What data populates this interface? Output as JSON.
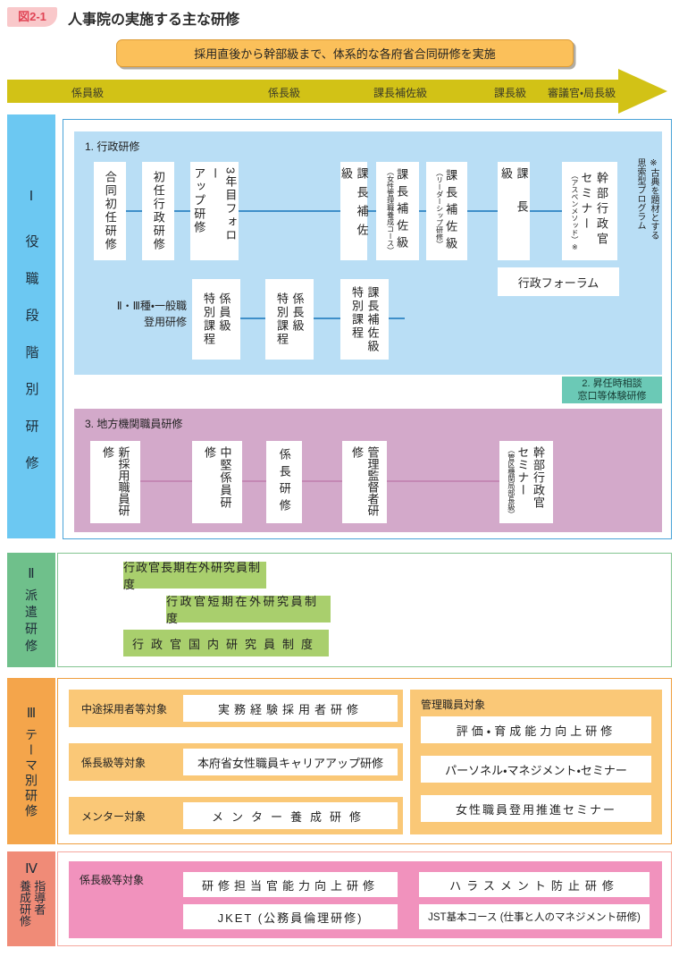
{
  "header": {
    "badge": "図2-1",
    "title": "人事院の実施する主な研修"
  },
  "banner": {
    "text": "採用直後から幹部級まで、体系的な各府省合同研修を実施"
  },
  "arrow": {
    "levels": [
      "係員級",
      "係長級",
      "課長補佐級",
      "課長級",
      "審議官・局長級"
    ]
  },
  "sections": {
    "one": {
      "numeral": "Ⅰ",
      "label": "役職段階別研修",
      "admin": {
        "title": "1. 行政研修",
        "row1": [
          {
            "main": "合同初任研修"
          },
          {
            "main": "初任行政研修"
          },
          {
            "main": "3年目フォロー\nアップ研修"
          },
          {
            "main": "課長補佐級"
          },
          {
            "main": "課長補佐級",
            "sub": "（女性管理職養成コース）"
          },
          {
            "main": "課長補佐級",
            "sub": "（リーダーシップ研修）"
          },
          {
            "main": "課長級"
          },
          {
            "main": "幹部行政官\nセミナー",
            "sub": "（アスペンメソッド）※"
          }
        ],
        "note": "※古典を題材とする\n思索型プログラム",
        "forum": "行政フォーラム",
        "row2_label": "Ⅱ・Ⅲ種・一般職\n登用研修",
        "row2": [
          "係員級\n特別課程",
          "係長級\n特別課程",
          "課長補佐級\n特別課程"
        ]
      },
      "promotion": "2. 昇任時相談\n窓口等体験研修",
      "regional": {
        "title": "3. 地方機関職員研修",
        "boxes": [
          {
            "main": "新採用職員研修"
          },
          {
            "main": "中堅係員研修"
          },
          {
            "main": "係長研修"
          },
          {
            "main": "管理監督者研修"
          },
          {
            "main": "幹部行政官\nセミナー",
            "sub": "（管区機関局部長級）"
          }
        ]
      }
    },
    "two": {
      "numeral": "Ⅱ",
      "label": "派遣研修",
      "items": [
        "行政官長期在外研究員制度",
        "行政官短期在外研究員制度",
        "行政官国内研究員制度"
      ]
    },
    "three": {
      "numeral": "Ⅲ",
      "label": "テーマ別研修",
      "groups": [
        {
          "target": "中途採用者等対象",
          "course": "実務経験採用者研修"
        },
        {
          "target": "係長級等対象",
          "course": "本府省女性職員キャリアアップ研修"
        },
        {
          "target": "メンター対象",
          "course": "メンター養成研修"
        }
      ],
      "manager": {
        "target": "管理職員対象",
        "courses": [
          "評価・育成能力向上研修",
          "パーソネル・マネジメント・セミナー",
          "女性職員登用推進セミナー"
        ]
      }
    },
    "four": {
      "numeral": "Ⅳ",
      "label": "指導者\n養成研修",
      "target": "係長級等対象",
      "courses": [
        "研修担当官能力向上研修",
        "JKET (公務員倫理研修)",
        "ハラスメント防止研修",
        "JST基本コース (仕事と人のマネジメント研修)"
      ]
    }
  },
  "palette": {
    "badge_bg": "#f9c8ca",
    "badge_text": "#e04455",
    "banner_bg": "#fbc05a",
    "arrow": "#d2c216",
    "s1_sidebar": "#6cc8f2",
    "s1_panel": "#b9def5",
    "promotion_bg": "#6bc9b6",
    "regional_panel": "#d3a9ca",
    "s2_sidebar": "#6fc08b",
    "s2_item": "#a9cf6d",
    "s3_sidebar": "#f4a54b",
    "s3_panel": "#fac877",
    "s4_sidebar": "#f08b77",
    "s4_panel": "#f192bd"
  }
}
